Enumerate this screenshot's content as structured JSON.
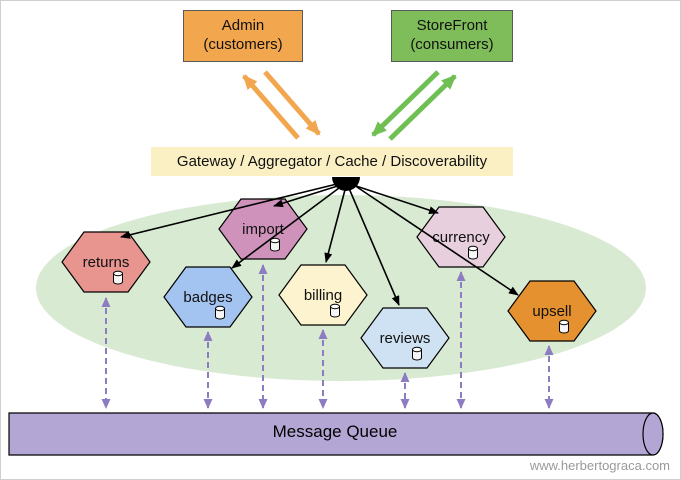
{
  "clients": {
    "admin": {
      "title": "Admin",
      "subtitle": "(customers)",
      "color": "#f2a64e"
    },
    "storefront": {
      "title": "StoreFront",
      "subtitle": "(consumers)",
      "color": "#7fbd5a"
    }
  },
  "gateway": {
    "label": "Gateway / Aggregator / Cache / Discoverability",
    "color": "#fbf0c4"
  },
  "platform": {
    "color": "#d9ead3"
  },
  "services": [
    {
      "label": "returns",
      "color": "#e8948f"
    },
    {
      "label": "import",
      "color": "#cf93bb"
    },
    {
      "label": "badges",
      "color": "#a3c3f0"
    },
    {
      "label": "billing",
      "color": "#fdf3cf"
    },
    {
      "label": "reviews",
      "color": "#cfe2f3"
    },
    {
      "label": "currency",
      "color": "#e8cfde"
    },
    {
      "label": "upsell",
      "color": "#e5912f"
    }
  ],
  "queue": {
    "label": "Message Queue",
    "color": "#b3a6d4"
  },
  "watermark": "www.herbertograca.com",
  "arrows": {
    "admin": "#f2a64e",
    "storefront": "#6fbf52",
    "gateway_fanout": "#000000",
    "queue_link": "#8e7cc3"
  },
  "icons": {
    "database": "database-icon"
  },
  "edges": [
    {
      "from": "Admin",
      "to": "Gateway",
      "type": "bidirectional"
    },
    {
      "from": "StoreFront",
      "to": "Gateway",
      "type": "bidirectional"
    },
    {
      "from": "Gateway",
      "to": "returns",
      "type": "directed"
    },
    {
      "from": "Gateway",
      "to": "import",
      "type": "directed"
    },
    {
      "from": "Gateway",
      "to": "badges",
      "type": "directed"
    },
    {
      "from": "Gateway",
      "to": "billing",
      "type": "directed"
    },
    {
      "from": "Gateway",
      "to": "reviews",
      "type": "directed"
    },
    {
      "from": "Gateway",
      "to": "currency",
      "type": "directed"
    },
    {
      "from": "Gateway",
      "to": "upsell",
      "type": "directed"
    },
    {
      "from": "returns",
      "to": "Message Queue",
      "type": "bidirectional-dashed"
    },
    {
      "from": "import",
      "to": "Message Queue",
      "type": "bidirectional-dashed"
    },
    {
      "from": "badges",
      "to": "Message Queue",
      "type": "bidirectional-dashed"
    },
    {
      "from": "billing",
      "to": "Message Queue",
      "type": "bidirectional-dashed"
    },
    {
      "from": "reviews",
      "to": "Message Queue",
      "type": "bidirectional-dashed"
    },
    {
      "from": "currency",
      "to": "Message Queue",
      "type": "bidirectional-dashed"
    },
    {
      "from": "upsell",
      "to": "Message Queue",
      "type": "bidirectional-dashed"
    }
  ]
}
